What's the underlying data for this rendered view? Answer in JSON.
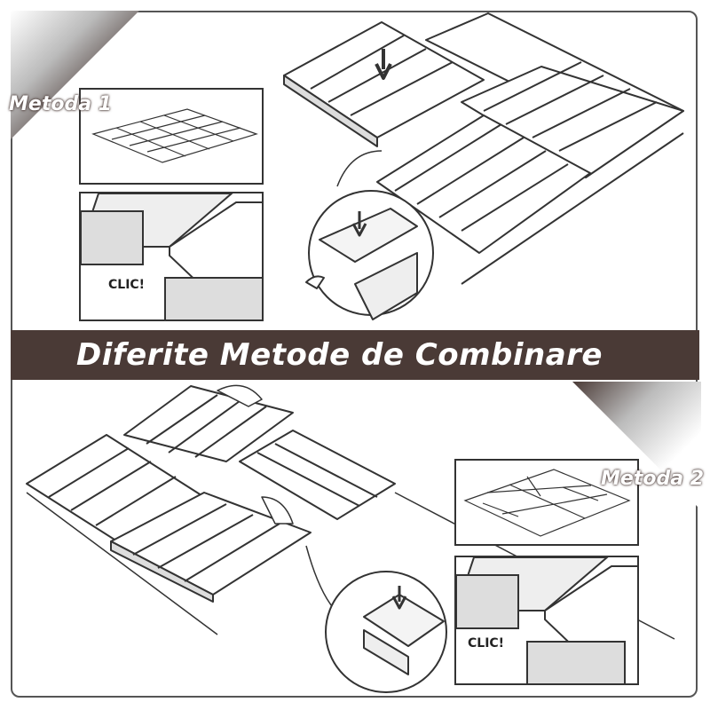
{
  "banner": {
    "title": "Diferite Metode de Combinare"
  },
  "method_1": {
    "label": "Metoda 1"
  },
  "method_2": {
    "label": "Metoda 2"
  },
  "callouts": {
    "click_top": "CLIC!",
    "click_bottom": "CLIC!"
  },
  "colors": {
    "banner": "#4a3a36",
    "text": "#ffffff",
    "line": "#333333"
  }
}
